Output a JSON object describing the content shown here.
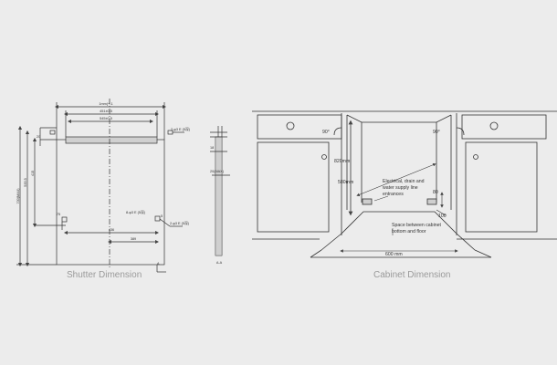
{
  "captions": {
    "shutter": "Shutter Dimension",
    "cabinet": "Cabinet Dimension"
  },
  "shutter": {
    "dim_top_1": "1mm(+-1",
    "dim_top_2": "451±0.5",
    "dim_top_3": "545±0.5",
    "side_left_1": "700(MAX)",
    "side_left_2": "535.5",
    "side_left_3": "415",
    "side_left_4": "20",
    "side_left_5": "75",
    "right_hole_top": "2-φ3 E (5深)",
    "right_hole_bottom": "2-φ3 E (5深)",
    "lower_hole": "8-φ3 E (5深)",
    "dim_bottom_1": "436",
    "dim_bottom_2": "389",
    "small_vert": "5",
    "section_dim_1": "18",
    "section_dim_2": "20(MAX)",
    "section_label": "A-A",
    "section_mark": "A"
  },
  "cabinet": {
    "angle_left": "90°",
    "angle_right": "90°",
    "dim_820": "820mm",
    "dim_580": "580mm",
    "note_electrical": [
      "Electrical, drain and",
      "water supply line",
      "entrances"
    ],
    "dim_80": "80",
    "dim_100": "100",
    "note_space": [
      "Space between cabinet",
      "bottom and floor"
    ],
    "dim_600": "600 mm"
  }
}
